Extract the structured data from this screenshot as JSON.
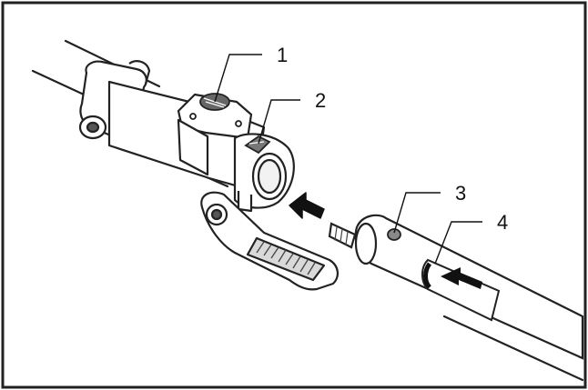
{
  "figure": {
    "callouts": [
      {
        "number": "1",
        "target": "upper-screw"
      },
      {
        "number": "2",
        "target": "lower-screw"
      },
      {
        "number": "3",
        "target": "lock-pin"
      },
      {
        "number": "4",
        "target": "marking"
      }
    ]
  }
}
